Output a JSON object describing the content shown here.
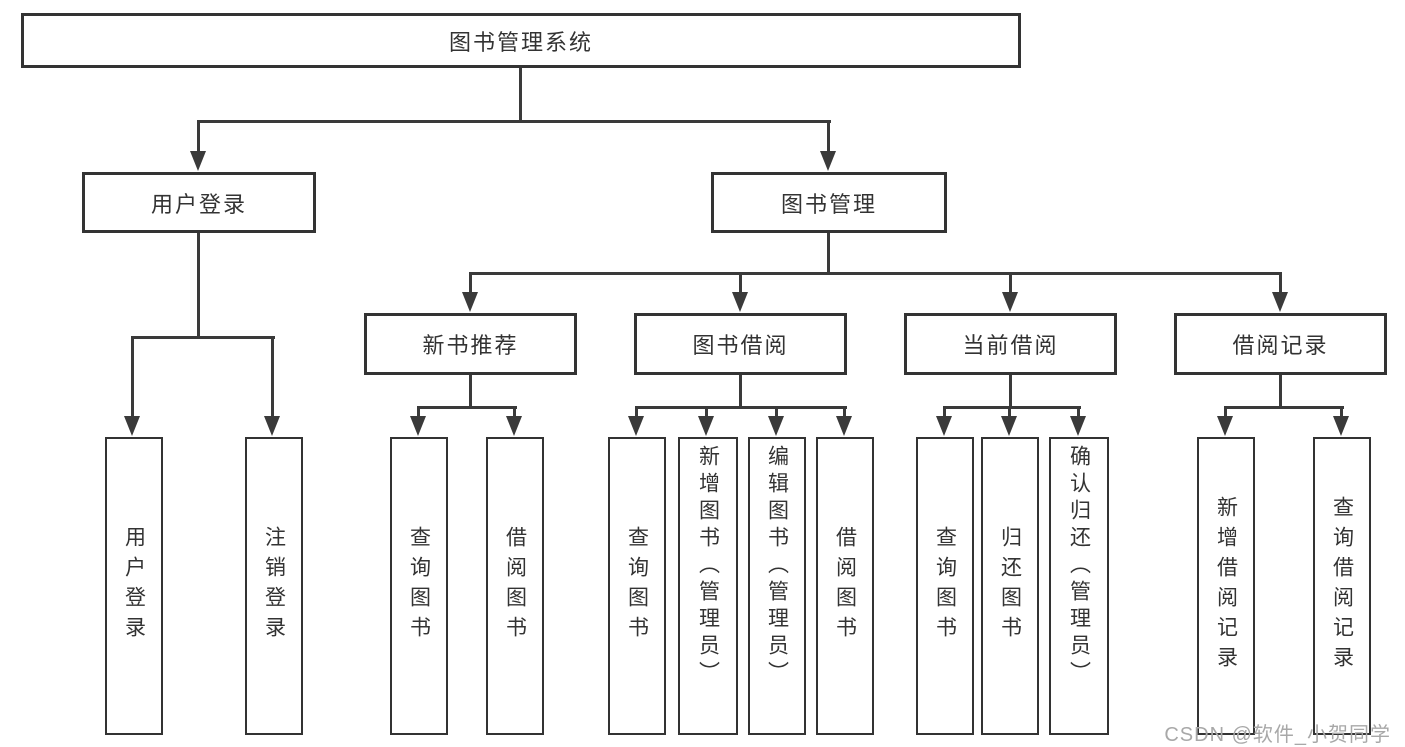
{
  "diagram_title": "图书管理系统",
  "tree": {
    "label": "图书管理系统",
    "children": [
      {
        "label": "用户登录",
        "children": [
          {
            "label": "用户登录"
          },
          {
            "label": "注销登录"
          }
        ]
      },
      {
        "label": "图书管理",
        "children": [
          {
            "label": "新书推荐",
            "children": [
              {
                "label": "查询图书"
              },
              {
                "label": "借阅图书"
              }
            ]
          },
          {
            "label": "图书借阅",
            "children": [
              {
                "label": "查询图书"
              },
              {
                "label": "新增图书（管理员）"
              },
              {
                "label": "编辑图书（管理员）"
              },
              {
                "label": "借阅图书"
              }
            ]
          },
          {
            "label": "当前借阅",
            "children": [
              {
                "label": "查询图书"
              },
              {
                "label": "归还图书"
              },
              {
                "label": "确认归还（管理员）"
              }
            ]
          },
          {
            "label": "借阅记录",
            "children": [
              {
                "label": "新增借阅记录"
              },
              {
                "label": "查询借阅记录"
              }
            ]
          }
        ]
      }
    ]
  },
  "watermark": "CSDN @软件_小贺同学",
  "colors": {
    "background": "#ffffff",
    "box_border": "#333333",
    "line": "#3a3a3a",
    "text": "#333333",
    "watermark": "#a8a8a8"
  }
}
